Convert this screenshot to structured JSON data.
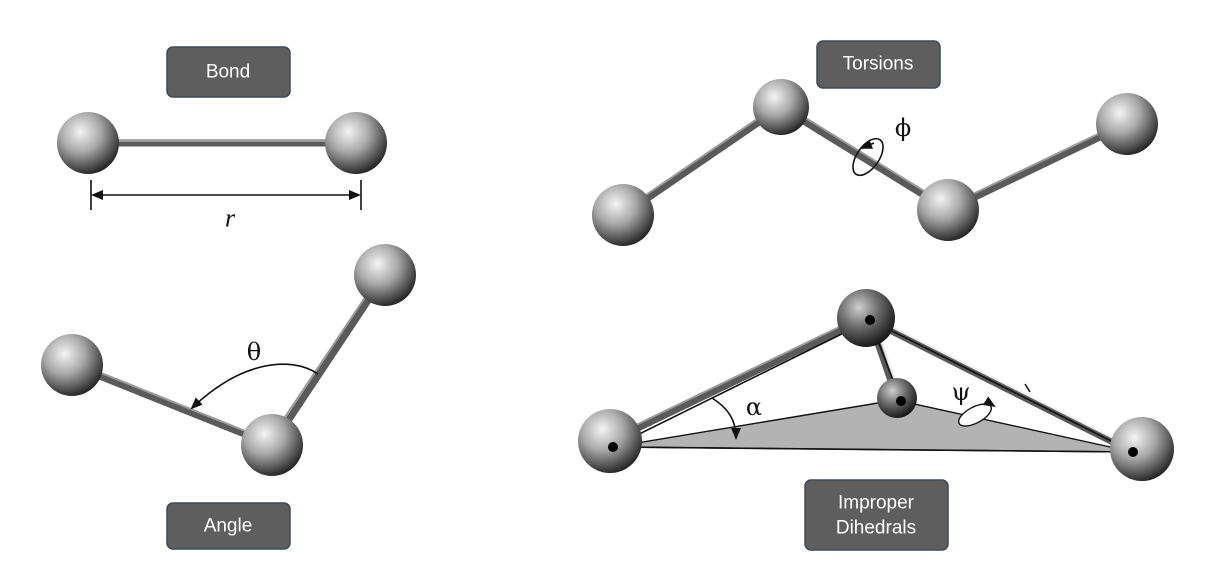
{
  "labels": {
    "bond": "Bond",
    "torsions": "Torsions",
    "angle": "Angle",
    "improper_line1": "Improper",
    "improper_line2": "Dihedrals"
  },
  "symbols": {
    "bond_length": "r",
    "angle": "θ",
    "torsion": "ϕ",
    "improper_alpha": "α",
    "improper_psi": "ψ"
  },
  "colors": {
    "label_box": "#5e5e5e",
    "label_text": "#ffffff",
    "atom_highlight": "#f2f2f2",
    "atom_shadow": "#1e1e1e",
    "plane_fill": "#b3b3b3"
  }
}
